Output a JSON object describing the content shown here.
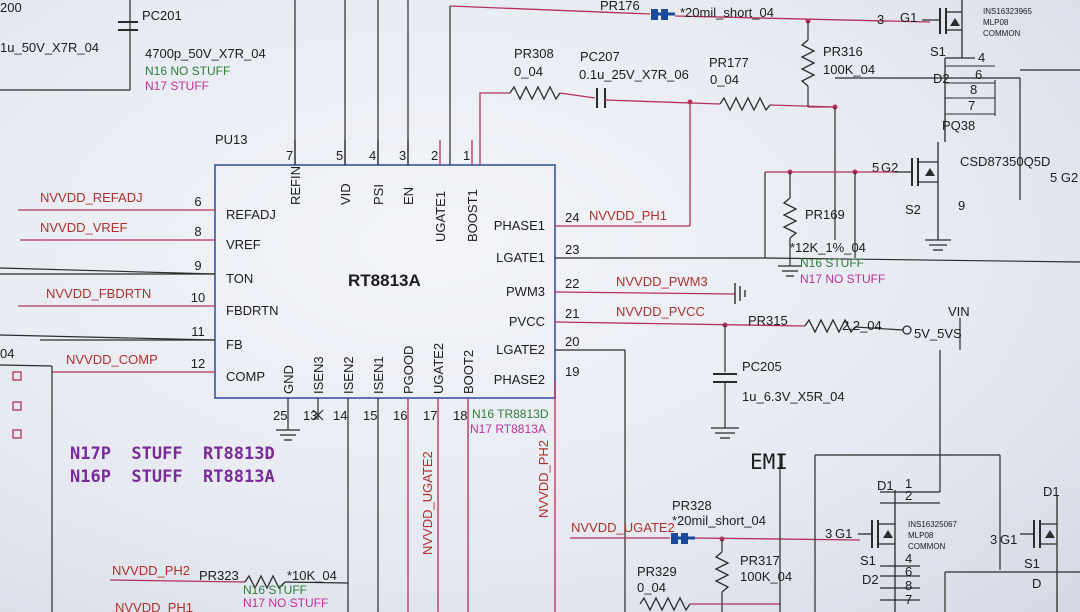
{
  "top_left": {
    "frag": "200",
    "cap": "1u_50V_X7R_04",
    "ref": "PC201",
    "value": "4700p_50V_X7R_04",
    "n16": "N16 NO STUFF",
    "n17": "N17 STUFF"
  },
  "chip": {
    "ref": "PU13",
    "name": "RT8813A",
    "left_pins": [
      {
        "num": "6",
        "name": "REFADJ",
        "net": "NVVDD_REFADJ"
      },
      {
        "num": "8",
        "name": "VREF",
        "net": "NVVDD_VREF"
      },
      {
        "num": "9",
        "name": "TON",
        "net": ""
      },
      {
        "num": "10",
        "name": "FBDRTN",
        "net": "NVVDD_FBDRTN"
      },
      {
        "num": "11",
        "name": "FB",
        "net": ""
      },
      {
        "num": "12",
        "name": "COMP",
        "net": "NVVDD_COMP"
      }
    ],
    "top_pins": [
      {
        "num": "7",
        "name": "REFIN"
      },
      {
        "num": "5",
        "name": "VID"
      },
      {
        "num": "4",
        "name": "PSI"
      },
      {
        "num": "3",
        "name": "EN"
      },
      {
        "num": "2",
        "name": "UGATE1"
      },
      {
        "num": "1",
        "name": "BOOST1"
      }
    ],
    "right_pins": [
      {
        "num": "24",
        "name": "PHASE1",
        "net": "NVVDD_PH1"
      },
      {
        "num": "23",
        "name": "LGATE1",
        "net": ""
      },
      {
        "num": "22",
        "name": "PWM3",
        "net": "NVVDD_PWM3"
      },
      {
        "num": "21",
        "name": "PVCC",
        "net": "NVVDD_PVCC"
      },
      {
        "num": "20",
        "name": "LGATE2",
        "net": ""
      },
      {
        "num": "19",
        "name": "PHASE2",
        "net": ""
      }
    ],
    "bottom_pins": [
      {
        "num": "25",
        "name": "GND"
      },
      {
        "num": "13",
        "name": "ISEN3"
      },
      {
        "num": "14",
        "name": "ISEN2"
      },
      {
        "num": "15",
        "name": "ISEN1"
      },
      {
        "num": "16",
        "name": "PGOOD"
      },
      {
        "num": "17",
        "name": "UGATE2"
      },
      {
        "num": "18",
        "name": "BOOT2"
      }
    ],
    "n16_note": "N16 TR8813D",
    "n17_note": "N17 RT8813A"
  },
  "boost": {
    "pr308": "PR308",
    "pr308_val": "0_04",
    "pc207": "PC207",
    "pc207_val": "0.1u_25V_X7R_06",
    "pr177": "PR177",
    "pr177_val": "0_04"
  },
  "top_right": {
    "pr176": "PR176",
    "short": "*20mil_short_04",
    "pr316": "PR316",
    "pr316_val": "100K_04",
    "pin3": "3",
    "g1": "G1",
    "s1": "S1",
    "d2": "D2",
    "pins": [
      "4",
      "6",
      "8",
      "7"
    ],
    "mos_desc": [
      "INS16323965",
      "MLP08",
      "COMMON"
    ],
    "pq38": "PQ38",
    "mos_part": "CSD87350Q5D",
    "g2_num": "5",
    "g2": "G2",
    "s2": "S2",
    "pin9": "9",
    "right_frag": "5 G2"
  },
  "pr169": {
    "ref": "PR169",
    "val": "*12K_1%_04",
    "n16": "N16 STUFF",
    "n17": "N17 NO STUFF"
  },
  "pvcc": {
    "pr315": "PR315",
    "pr315_val": "2.2_04",
    "vin": "VIN",
    "rail": "5V_5VS",
    "pc205": "PC205",
    "pc205_val": "1u_6.3V_X5R_04"
  },
  "notes": {
    "line1": "N17P  STUFF  RT8813D",
    "line2": "N16P  STUFF  RT8813A",
    "emi": "EMI"
  },
  "bottom": {
    "ugate2_net": "NVVDD_UGATE2",
    "ph2_net": "NVVDD_PH2",
    "pr328": "PR328",
    "short": "*20mil_short_04",
    "pr317": "PR317",
    "pr317_val": "100K_04",
    "pr329": "PR329",
    "pr329_val": "0_04",
    "ph2_left": "NVVDD_PH2",
    "pr323": "PR323",
    "pr323_val": "*10K_04",
    "n16": "N16 STUFF",
    "n17": "N17 NO STUFF",
    "ph1_frag": "NVVDD_PH1",
    "d1": "D1",
    "g1_num": "3",
    "g1": "G1",
    "s1": "S1",
    "d2": "D2",
    "mos_desc": [
      "INS16325067",
      "MLP08",
      "COMMON"
    ],
    "pins": [
      "1",
      "2",
      "4",
      "6",
      "8",
      "7"
    ],
    "right_d1": "D1",
    "right_g1_num": "3",
    "right_g1": "G1",
    "right_s1": "S1",
    "right_d": "D"
  },
  "left_frag": "04",
  "colors": {
    "wire": "#b5305a",
    "line": "#2b2b2b",
    "chip_border": "#3a52a8",
    "net": "#b0302a",
    "green": "#2e7d3a",
    "magenta": "#c0309a",
    "purple": "#7a2a9a",
    "short": "#1a4aa0"
  }
}
